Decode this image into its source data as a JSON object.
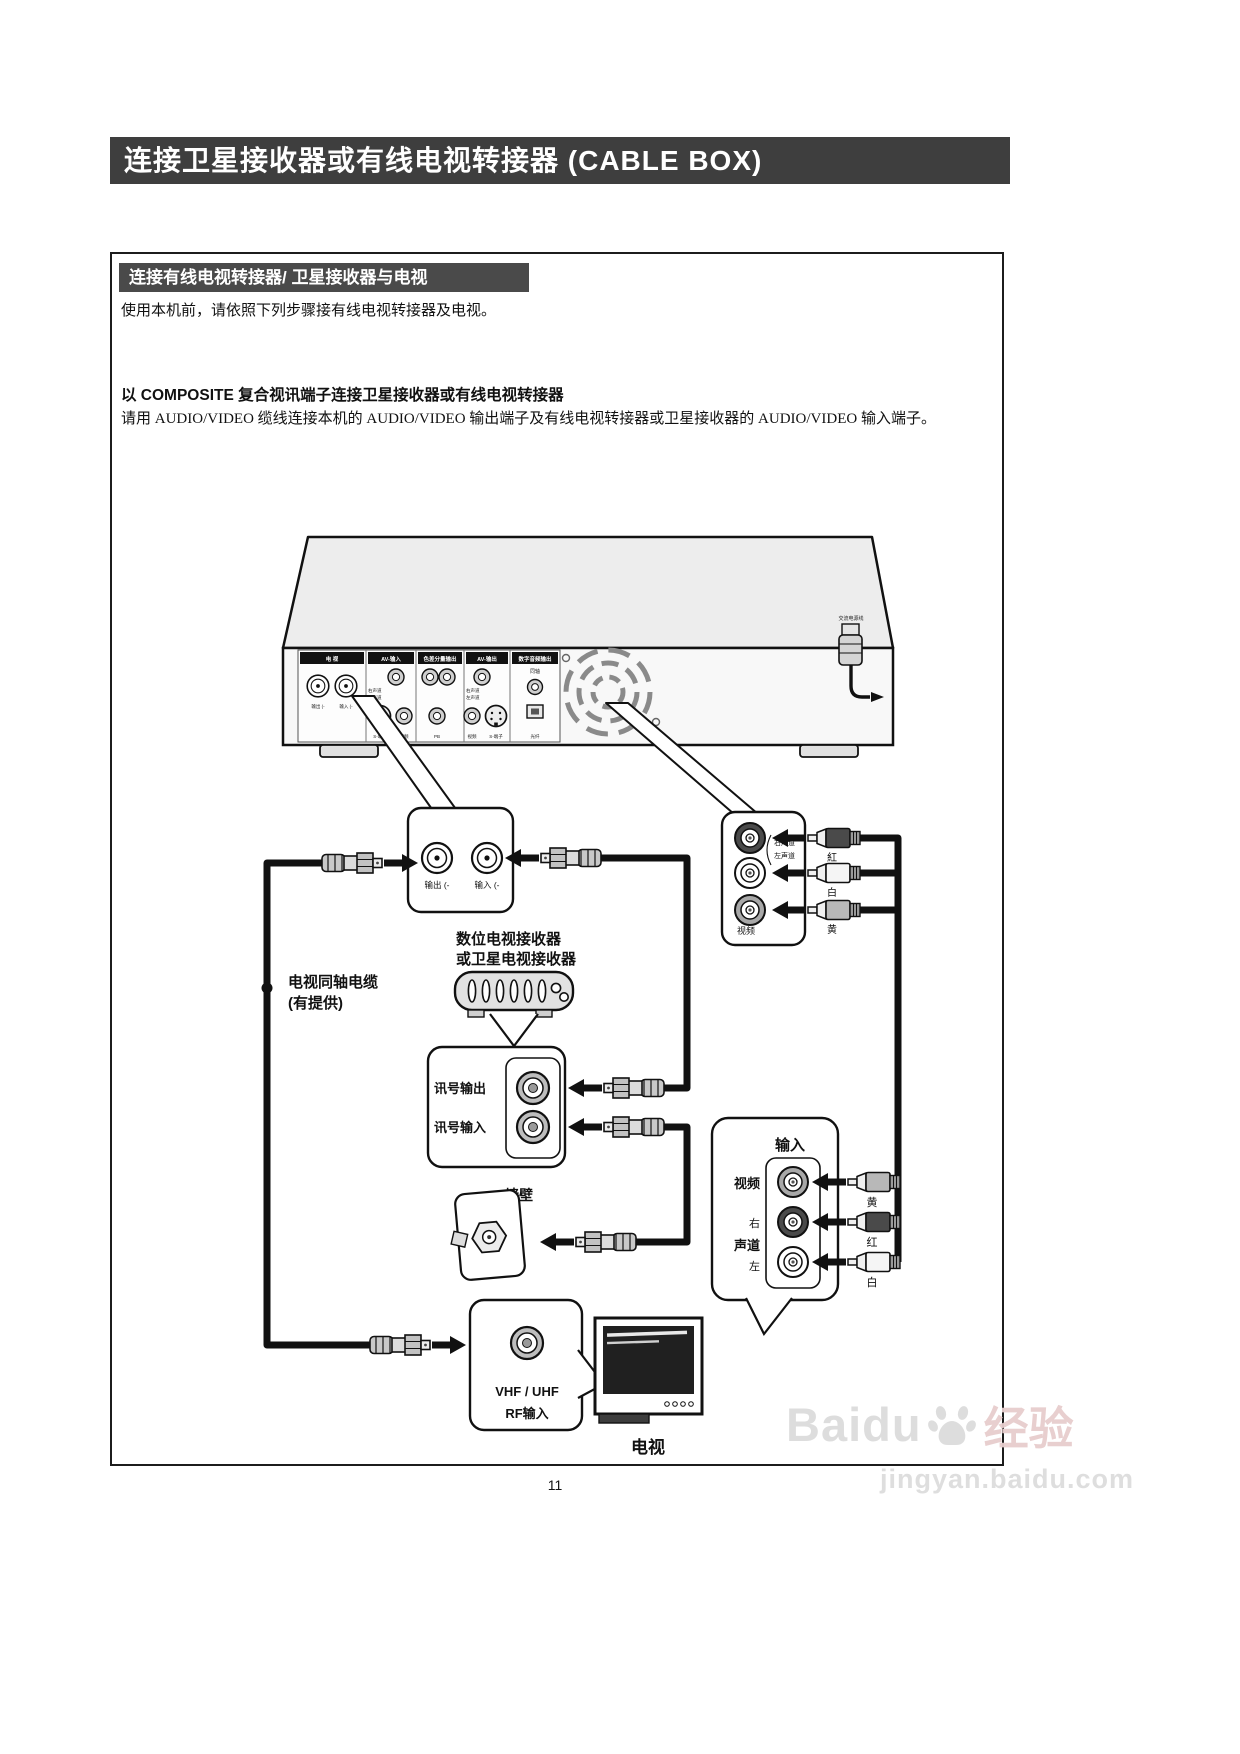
{
  "page": {
    "title": "连接卫星接收器或有线电视转接器 (CABLE BOX)",
    "number": "11"
  },
  "intro": {
    "subheader": "连接有线电视转接器/ 卫星接收器与电视",
    "body": "使用本机前，请依照下列步骤接有线电视转接器及电视。",
    "method_title": "以 COMPOSITE  复合视讯端子连接卫星接收器或有线电视转接器",
    "method_body": "请用 AUDIO/VIDEO 缆线连接本机的  AUDIO/VIDEO 输出端子及有线电视转接器或卫星接收器的 AUDIO/VIDEO 输入端子。"
  },
  "panel": {
    "sections": [
      "电 视",
      "AV-输入",
      "色差分量输出",
      "AV-输出",
      "数字音频输出"
    ],
    "tv_jacks": [
      "输出 (-",
      "输入 (-"
    ],
    "bracket": [
      "右声道",
      "左声道"
    ],
    "bottom_labels": [
      "S-端子",
      "视频",
      "PB",
      "视频",
      "S-端子",
      "光纤"
    ],
    "coaxial": "同轴",
    "power": "交流电源线"
  },
  "rf_box": {
    "out": "输出 (-",
    "in": "输入 (-"
  },
  "av_box": {
    "right": "右声道",
    "left": "左声道",
    "video": "视频",
    "plug_red": "紅",
    "plug_white": "白",
    "plug_yellow": "黄"
  },
  "coax_cable": {
    "line1": "电视同轴电缆",
    "line2": "(有提供)"
  },
  "receiver": {
    "line1": "数位电视接收器",
    "line2": "或卫星电视接收器"
  },
  "signal_box": {
    "out": "讯号输出",
    "in": "讯号输入"
  },
  "wall": {
    "label": "墙壁"
  },
  "vhf_box": {
    "line1": "VHF / UHF",
    "line2": "RF输入"
  },
  "tv": {
    "label": "电视"
  },
  "tv_input_box": {
    "title": "输入",
    "video": "视频",
    "right": "右",
    "channel": "声道",
    "left": "左",
    "plug_yellow": "黄",
    "plug_red": "红",
    "plug_white": "白"
  },
  "watermark": {
    "brand": "Baidu",
    "suffix": "经验",
    "url": "jingyan.baidu.com"
  }
}
